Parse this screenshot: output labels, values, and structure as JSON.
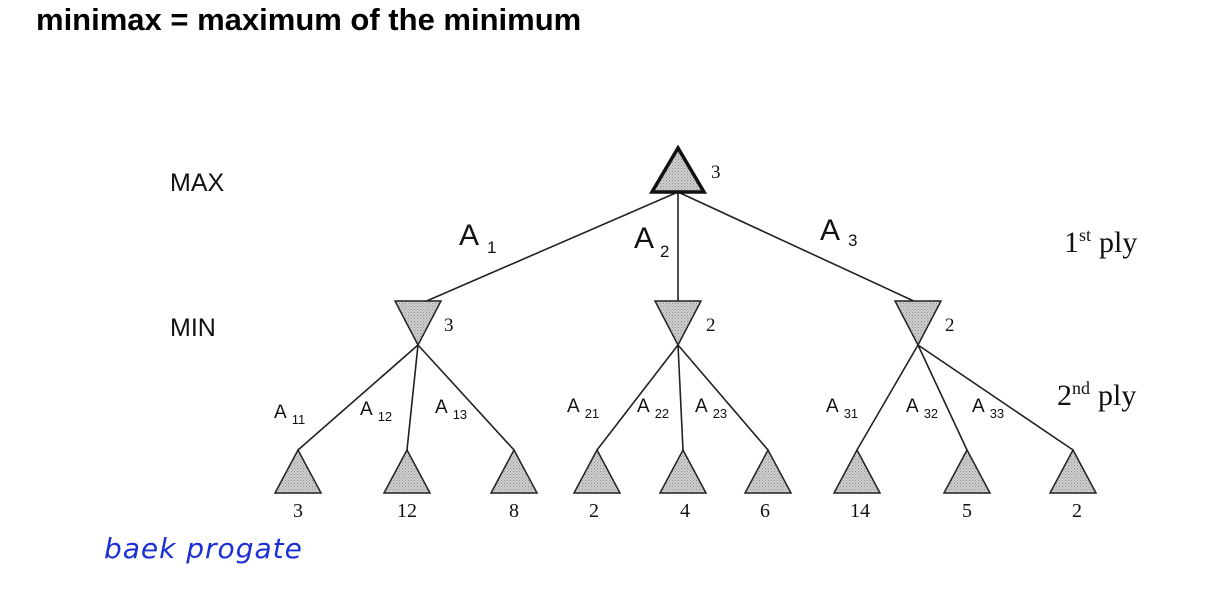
{
  "title": "minimax = maximum of the minimum",
  "levels": {
    "max": "MAX",
    "min": "MIN"
  },
  "plies": {
    "first": {
      "number": "1",
      "suffix": "st",
      "word": "ply"
    },
    "second": {
      "number": "2",
      "suffix": "nd",
      "word": "ply"
    }
  },
  "root": {
    "value": "3"
  },
  "moves": [
    {
      "letter": "A",
      "sub": "1"
    },
    {
      "letter": "A",
      "sub": "2"
    },
    {
      "letter": "A",
      "sub": "3"
    }
  ],
  "min_nodes": [
    {
      "value": "3"
    },
    {
      "value": "2"
    },
    {
      "value": "2"
    }
  ],
  "sub_moves": [
    {
      "letter": "A",
      "sub": "11"
    },
    {
      "letter": "A",
      "sub": "12"
    },
    {
      "letter": "A",
      "sub": "13"
    },
    {
      "letter": "A",
      "sub": "21"
    },
    {
      "letter": "A",
      "sub": "22"
    },
    {
      "letter": "A",
      "sub": "23"
    },
    {
      "letter": "A",
      "sub": "31"
    },
    {
      "letter": "A",
      "sub": "32"
    },
    {
      "letter": "A",
      "sub": "33"
    }
  ],
  "leaves": [
    {
      "value": "3"
    },
    {
      "value": "12"
    },
    {
      "value": "8"
    },
    {
      "value": "2"
    },
    {
      "value": "4"
    },
    {
      "value": "6"
    },
    {
      "value": "14"
    },
    {
      "value": "5"
    },
    {
      "value": "2"
    }
  ],
  "annotation": "baek progate",
  "colors": {
    "ink": "#111111",
    "node_fill": "#b8b8b8",
    "handwriting": "#1b2fd6"
  }
}
